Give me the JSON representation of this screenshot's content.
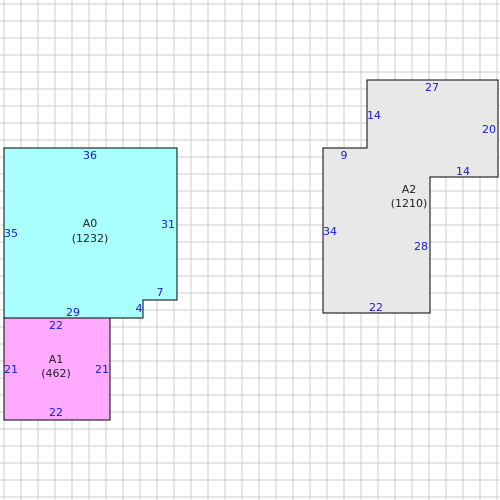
{
  "colors": {
    "grid": "#cccccc",
    "dimension_text": "#1a1acc",
    "outline": "#000000",
    "label_text": "#222222"
  },
  "areas": [
    {
      "id": "A0",
      "name": "A0",
      "area": "(1232)",
      "fill": "#aaffff",
      "dimensions": [
        "36",
        "31",
        "7",
        "4",
        "29",
        "35"
      ]
    },
    {
      "id": "A1",
      "name": "A1",
      "area": "(462)",
      "fill": "#ffaaff",
      "dimensions": [
        "22",
        "21",
        "22",
        "21"
      ]
    },
    {
      "id": "A2",
      "name": "A2",
      "area": "(1210)",
      "fill": "#e8e8e8",
      "dimensions": [
        "27",
        "20",
        "14",
        "28",
        "22",
        "34",
        "9",
        "14"
      ]
    }
  ]
}
